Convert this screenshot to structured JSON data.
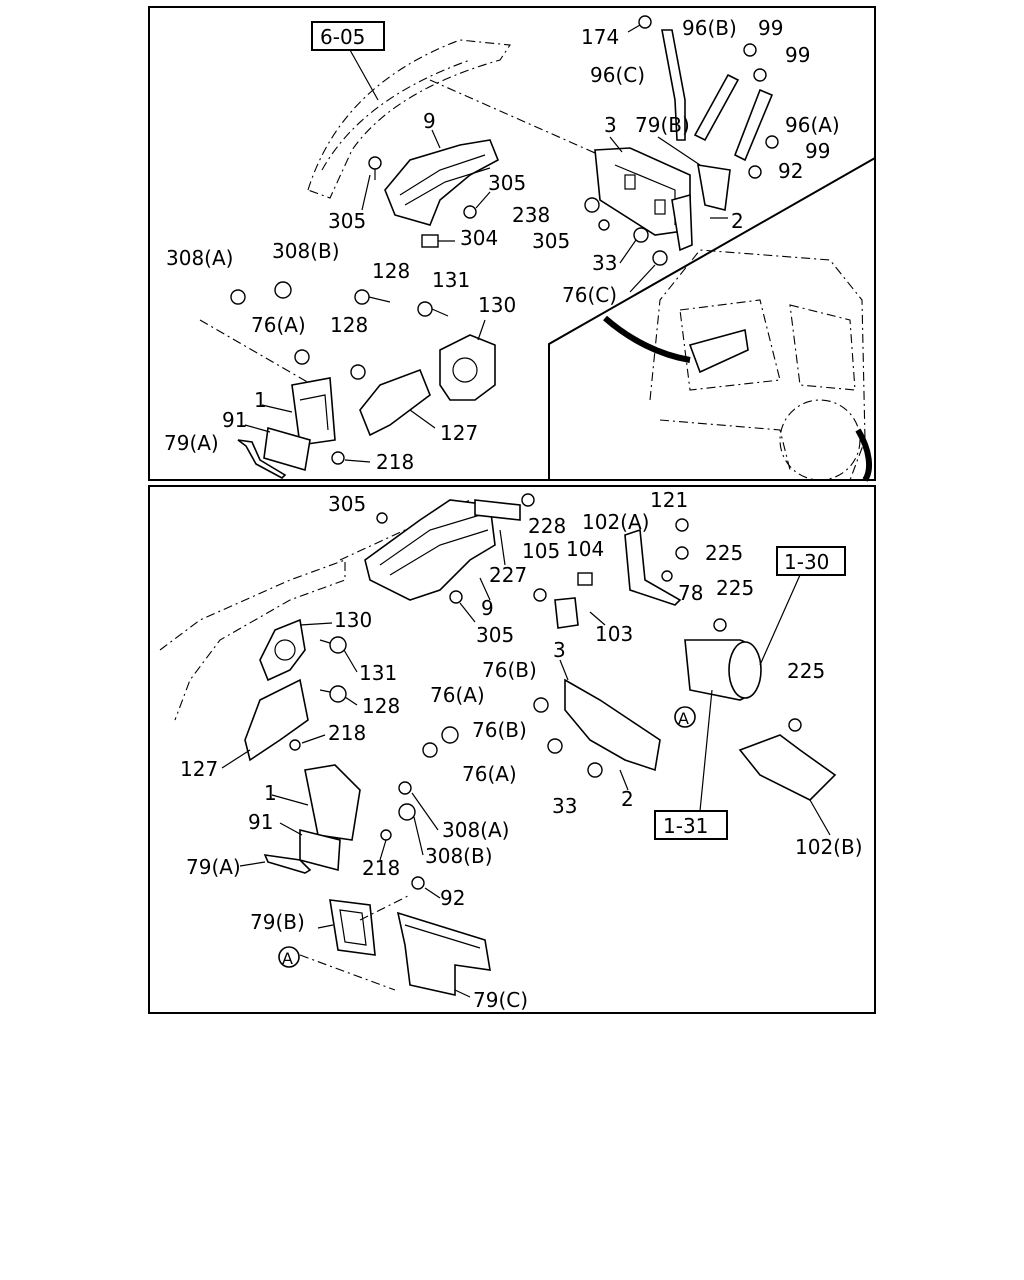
{
  "top_panel": {
    "callouts": {
      "ref_605": "6-05",
      "p174": "174",
      "p96b": "96(B)",
      "p99a": "99",
      "p99b": "99",
      "p96c": "96(C)",
      "p96a": "96(A)",
      "p99c": "99",
      "p3": "3",
      "p79b": "79(B)",
      "p92": "92",
      "p9": "9",
      "p305a": "305",
      "p305b": "305",
      "p238": "238",
      "p2": "2",
      "p304": "304",
      "p305c": "305",
      "p33": "33",
      "p76c": "76(C)",
      "p308a": "308(A)",
      "p308b": "308(B)",
      "p128a": "128",
      "p131": "131",
      "p130": "130",
      "p76a": "76(A)",
      "p128b": "128",
      "p1": "1",
      "p91": "91",
      "p79a": "79(A)",
      "p127": "127",
      "p218": "218"
    }
  },
  "bottom_panel": {
    "callouts": {
      "p305a": "305",
      "p228": "228",
      "p121": "121",
      "p102a": "102(A)",
      "p225a": "225",
      "ref_130": "1-30",
      "p105": "105",
      "p104": "104",
      "p227": "227",
      "p78": "78",
      "p9": "9",
      "p225b": "225",
      "p305b": "305",
      "p103": "103",
      "p130": "130",
      "p3": "3",
      "p225c": "225",
      "p131": "131",
      "p76b_a": "76(B)",
      "p128": "128",
      "p76a_a": "76(A)",
      "circle_a1": "A",
      "p218a": "218",
      "p76b_b": "76(B)",
      "p127": "127",
      "p76a_b": "76(A)",
      "p1": "1",
      "p308a": "308(A)",
      "p33": "33",
      "p2": "2",
      "ref_131": "1-31",
      "p91": "91",
      "p308b": "308(B)",
      "p102b": "102(B)",
      "p218b": "218",
      "p79a": "79(A)",
      "p92": "92",
      "p79b": "79(B)",
      "circle_a2": "A",
      "p79c": "79(C)"
    }
  }
}
